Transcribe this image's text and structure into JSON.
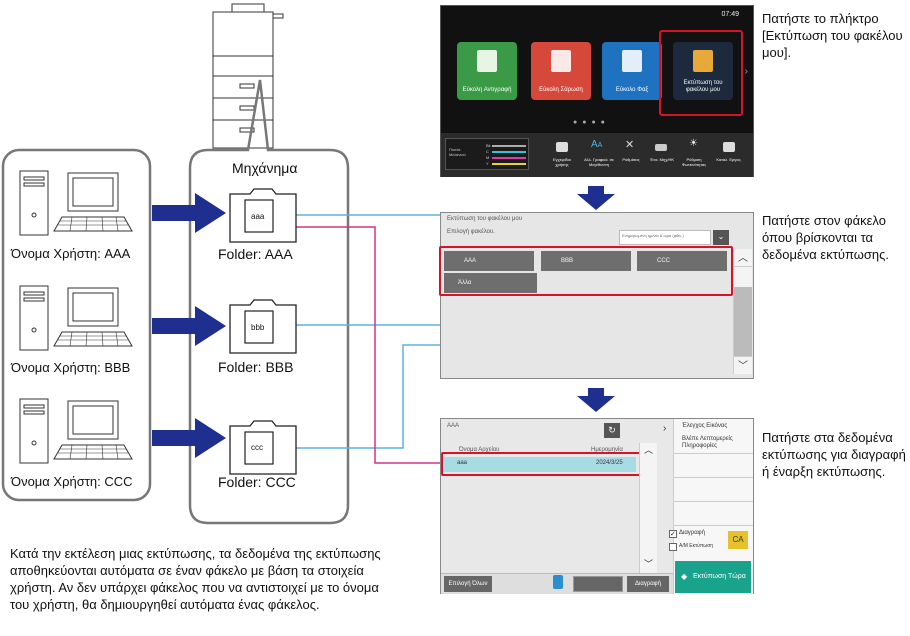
{
  "left_panel": {
    "users": [
      {
        "label": "Όνομα Χρήστη: AAA"
      },
      {
        "label": "Όνομα Χρήστη: BBB"
      },
      {
        "label": "Όνομα Χρήστη: CCC"
      }
    ]
  },
  "machine": {
    "title": "Μηχάνημα",
    "folders": [
      {
        "file": "aaa",
        "label": "Folder: AAA"
      },
      {
        "file": "bbb",
        "label": "Folder: BBB"
      },
      {
        "file": "ccc",
        "label": "Folder: CCC"
      }
    ]
  },
  "colors": {
    "arrow": "#1f2f8f",
    "line_blue": "#5ab4dd",
    "line_pink": "#d4338a",
    "highlight": "#d5142a"
  },
  "home_screen": {
    "time": "07:49",
    "tiles": [
      {
        "label": "Εύκολη Αντιγραφή",
        "color": "#3b9a45",
        "icon": "copy-icon"
      },
      {
        "label": "Εύκολη Σάρωση",
        "color": "#d6483a",
        "icon": "scan-icon"
      },
      {
        "label": "Εύκολο Φαξ",
        "color": "#1f72bf",
        "icon": "fax-icon"
      },
      {
        "label": "Εκτύπωση του φακέλου μου",
        "color": "#1d2a3d",
        "icon": "folder-print-icon"
      }
    ],
    "toner": {
      "label": "Ποσότ. Μελανιού",
      "channels": [
        "Bk",
        "C",
        "M",
        "Y"
      ]
    },
    "toolbar": [
      {
        "label": "Εγχειρίδιο χρήσης",
        "icon": "manual-icon"
      },
      {
        "label": "Αλλ. Γραφικό. σε Μεγέθυνση",
        "icon": "font-size-icon"
      },
      {
        "label": "Ρυθμίσεις",
        "icon": "settings-icon"
      },
      {
        "label": "Ένα. Μηχ/ΗΚ",
        "icon": "keyboard-icon"
      },
      {
        "label": "Ρύθμιση Φωτεινότητας",
        "icon": "brightness-icon"
      },
      {
        "label": "Καταλ. Εργας.",
        "icon": "jobs-icon"
      }
    ]
  },
  "folder_screen": {
    "title": "Εκτύπωση του φακέλου μου",
    "subtitle": "Επιλογή φακέλου.",
    "sort": "Ενημερωμένη ημ/νία & ώρα (φθιν.)",
    "folders": [
      "AAA",
      "BBB",
      "CCC",
      "Άλλα"
    ]
  },
  "file_screen": {
    "folder": "AAA",
    "col_name": "Όνομα Αρχείου",
    "col_date": "Ημερομηνία",
    "row": {
      "name": "aaa",
      "date": "2024/3/25"
    },
    "side": [
      "Έλεγχος Εικόνας",
      "Βλέπε Λεπτομερείς Πληροφορίες"
    ],
    "delete_label": "Διαγραφή",
    "bw_label": "Α/Μ Εκτύπωση",
    "ca_label": "CA",
    "select_all": "Επιλογή Όλων",
    "delete_btn": "Διαγραφή",
    "print_btn": "Εκτύπωση Τώρα"
  },
  "instructions": [
    "Πατήστε το πλήκτρο [Εκτύπωση του φακέλου μου].",
    "Πατήστε στον φάκελο όπου βρίσκονται τα δεδομένα εκτύπωσης.",
    "Πατήστε στα δεδομένα εκτύπωσης για διαγραφή ή έναρξη εκτύπωσης."
  ],
  "footer": "Κατά την εκτέλεση μιας εκτύπωσης, τα δεδομένα της εκτύπωσης αποθηκεύονται αυτόματα σε έναν φάκελο με βάση τα στοιχεία χρήστη. Αν δεν υπάρχει φάκελος που να αντιστοιχεί με το όνομα του χρήστη, θα δημιουργηθεί αυτόματα ένας φάκελος."
}
